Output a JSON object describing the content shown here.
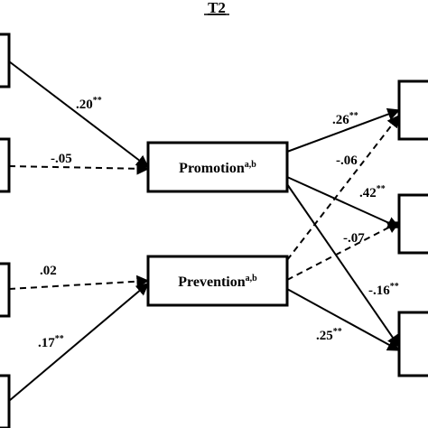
{
  "title": "T2",
  "nodes": {
    "promotion": {
      "label": "Promotion",
      "sup": "a,b"
    },
    "prevention": {
      "label": "Prevention",
      "sup": "a,b"
    }
  },
  "paths": {
    "in1_promotion": {
      "coef": ".20",
      "stars": "**",
      "style": "solid"
    },
    "in2_promotion": {
      "coef": "-.05",
      "stars": "",
      "style": "dashed"
    },
    "in3_prevention": {
      "coef": ".02",
      "stars": "",
      "style": "dashed"
    },
    "in4_prevention": {
      "coef": ".17",
      "stars": "**",
      "style": "solid"
    },
    "promotion_out1": {
      "coef": ".26",
      "stars": "**",
      "style": "solid"
    },
    "prevention_out1": {
      "coef": "-.06",
      "stars": "",
      "style": "dashed"
    },
    "promotion_out2": {
      "coef": ".42",
      "stars": "**",
      "style": "solid"
    },
    "prevention_out2": {
      "coef": "-.07",
      "stars": "",
      "style": "dashed"
    },
    "promotion_out3": {
      "coef": "-.16",
      "stars": "**",
      "style": "solid"
    },
    "prevention_out3": {
      "coef": ".25",
      "stars": "**",
      "style": "solid"
    }
  }
}
